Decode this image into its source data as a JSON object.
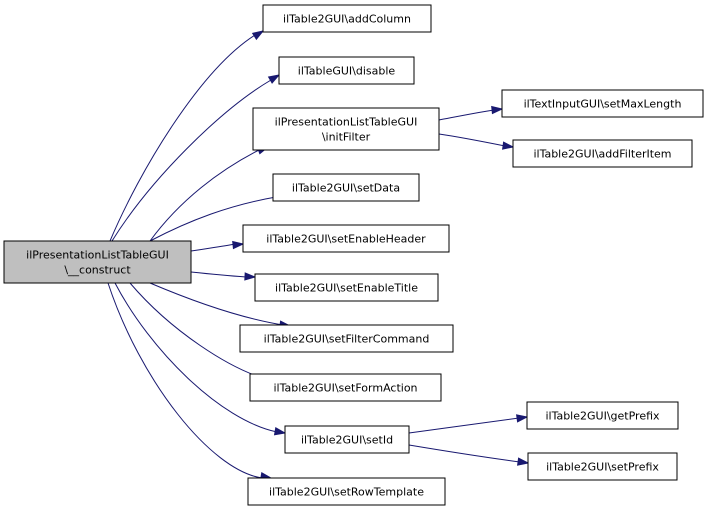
{
  "diagram": {
    "edge_color": "#191970",
    "root_fill": "#bfbfbf",
    "node_fill": "#ffffff",
    "nodes": [
      {
        "id": "root",
        "lines": [
          "ilPresentationListTableGUI",
          "\\__construct"
        ],
        "root": true
      },
      {
        "id": "n1",
        "lines": [
          "ilTable2GUI\\addColumn"
        ]
      },
      {
        "id": "n2",
        "lines": [
          "ilTableGUI\\disable"
        ]
      },
      {
        "id": "n3",
        "lines": [
          "ilPresentationListTableGUI",
          "\\initFilter"
        ]
      },
      {
        "id": "n4",
        "lines": [
          "ilTable2GUI\\setData"
        ]
      },
      {
        "id": "n5",
        "lines": [
          "ilTable2GUI\\setEnableHeader"
        ]
      },
      {
        "id": "n6",
        "lines": [
          "ilTable2GUI\\setEnableTitle"
        ]
      },
      {
        "id": "n7",
        "lines": [
          "ilTable2GUI\\setFilterCommand"
        ]
      },
      {
        "id": "n8",
        "lines": [
          "ilTable2GUI\\setFormAction"
        ]
      },
      {
        "id": "n9",
        "lines": [
          "ilTable2GUI\\setId"
        ]
      },
      {
        "id": "n10",
        "lines": [
          "ilTable2GUI\\setRowTemplate"
        ]
      },
      {
        "id": "n11",
        "lines": [
          "ilTextInputGUI\\setMaxLength"
        ]
      },
      {
        "id": "n12",
        "lines": [
          "ilTable2GUI\\addFilterItem"
        ]
      },
      {
        "id": "n13",
        "lines": [
          "ilTable2GUI\\getPrefix"
        ]
      },
      {
        "id": "n14",
        "lines": [
          "ilTable2GUI\\setPrefix"
        ]
      }
    ],
    "edges": [
      [
        "root",
        "n1"
      ],
      [
        "root",
        "n2"
      ],
      [
        "root",
        "n3"
      ],
      [
        "root",
        "n4"
      ],
      [
        "root",
        "n5"
      ],
      [
        "root",
        "n6"
      ],
      [
        "root",
        "n7"
      ],
      [
        "root",
        "n8"
      ],
      [
        "root",
        "n9"
      ],
      [
        "root",
        "n10"
      ],
      [
        "n3",
        "n11"
      ],
      [
        "n3",
        "n12"
      ],
      [
        "n9",
        "n13"
      ],
      [
        "n9",
        "n14"
      ]
    ]
  }
}
